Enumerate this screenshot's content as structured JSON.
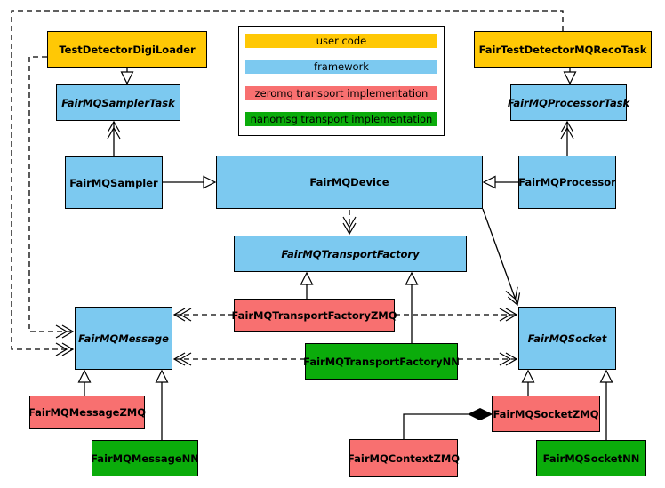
{
  "colors": {
    "userCode": "#FFC805",
    "framework": "#7CC9F0",
    "zeromq": "#F87070",
    "nanomsg": "#0BAC0B",
    "border": "#000000",
    "background": "#FFFFFF"
  },
  "legend": {
    "items": [
      {
        "label": "user code",
        "type": "userCode"
      },
      {
        "label": "framework",
        "type": "framework"
      },
      {
        "label": "zeromq transport implementation",
        "type": "zeromq"
      },
      {
        "label": "nanomsg transport implementation",
        "type": "nanomsg"
      }
    ]
  },
  "nodes": {
    "testDetectorDigiLoader": {
      "label": "TestDetectorDigiLoader",
      "type": "userCode",
      "abstract": false
    },
    "fairTestDetectorMQRecoTask": {
      "label": "FairTestDetectorMQRecoTask",
      "type": "userCode",
      "abstract": false
    },
    "fairMQSamplerTask": {
      "label": "FairMQSamplerTask",
      "type": "framework",
      "abstract": true
    },
    "fairMQProcessorTask": {
      "label": "FairMQProcessorTask",
      "type": "framework",
      "abstract": true
    },
    "fairMQSampler": {
      "label": "FairMQSampler",
      "type": "framework",
      "abstract": false
    },
    "fairMQDevice": {
      "label": "FairMQDevice",
      "type": "framework",
      "abstract": false
    },
    "fairMQProcessor": {
      "label": "FairMQProcessor",
      "type": "framework",
      "abstract": false
    },
    "fairMQTransportFactory": {
      "label": "FairMQTransportFactory",
      "type": "framework",
      "abstract": true
    },
    "fairMQTransportFactoryZMQ": {
      "label": "FairMQTransportFactoryZMQ",
      "type": "zeromq",
      "abstract": false
    },
    "fairMQTransportFactoryNN": {
      "label": "FairMQTransportFactoryNN",
      "type": "nanomsg",
      "abstract": false
    },
    "fairMQMessage": {
      "label": "FairMQMessage",
      "type": "framework",
      "abstract": true
    },
    "fairMQSocket": {
      "label": "FairMQSocket",
      "type": "framework",
      "abstract": true
    },
    "fairMQMessageZMQ": {
      "label": "FairMQMessageZMQ",
      "type": "zeromq",
      "abstract": false
    },
    "fairMQMessageNN": {
      "label": "FairMQMessageNN",
      "type": "nanomsg",
      "abstract": false
    },
    "fairMQSocketZMQ": {
      "label": "FairMQSocketZMQ",
      "type": "zeromq",
      "abstract": false
    },
    "fairMQSocketNN": {
      "label": "FairMQSocketNN",
      "type": "nanomsg",
      "abstract": false
    },
    "fairMQContextZMQ": {
      "label": "FairMQContextZMQ",
      "type": "zeromq",
      "abstract": false
    }
  },
  "edges": [
    {
      "source": "TestDetectorDigiLoader",
      "target": "FairMQSamplerTask",
      "arrowhead": "hollow-triangle",
      "line": "solid"
    },
    {
      "source": "FairTestDetectorMQRecoTask",
      "target": "FairMQProcessorTask",
      "arrowhead": "hollow-triangle",
      "line": "solid"
    },
    {
      "source": "FairMQSampler",
      "target": "FairMQDevice",
      "arrowhead": "hollow-triangle",
      "line": "solid"
    },
    {
      "source": "FairMQProcessor",
      "target": "FairMQDevice",
      "arrowhead": "hollow-triangle",
      "line": "solid"
    },
    {
      "source": "FairMQSampler",
      "target": "FairMQSamplerTask",
      "arrowhead": "open-arrow",
      "line": "solid"
    },
    {
      "source": "FairMQProcessor",
      "target": "FairMQProcessorTask",
      "arrowhead": "open-arrow",
      "line": "solid"
    },
    {
      "source": "FairMQDevice",
      "target": "FairMQTransportFactory",
      "arrowhead": "open-arrow",
      "line": "dashed"
    },
    {
      "source": "FairMQDevice",
      "target": "FairMQSocket",
      "arrowhead": "open-arrow",
      "line": "solid"
    },
    {
      "source": "FairMQTransportFactoryZMQ",
      "target": "FairMQTransportFactory",
      "arrowhead": "hollow-triangle",
      "line": "solid"
    },
    {
      "source": "FairMQTransportFactoryNN",
      "target": "FairMQTransportFactory",
      "arrowhead": "hollow-triangle",
      "line": "solid"
    },
    {
      "source": "FairMQTransportFactoryZMQ",
      "target": "FairMQMessage",
      "arrowhead": "open-arrow",
      "line": "dashed"
    },
    {
      "source": "FairMQTransportFactoryZMQ",
      "target": "FairMQSocket",
      "arrowhead": "open-arrow",
      "line": "dashed"
    },
    {
      "source": "FairMQTransportFactoryNN",
      "target": "FairMQMessage",
      "arrowhead": "open-arrow",
      "line": "dashed"
    },
    {
      "source": "FairMQTransportFactoryNN",
      "target": "FairMQSocket",
      "arrowhead": "open-arrow",
      "line": "dashed"
    },
    {
      "source": "TestDetectorDigiLoader",
      "target": "FairMQMessage",
      "arrowhead": "open-arrow",
      "line": "dashed"
    },
    {
      "source": "FairTestDetectorMQRecoTask",
      "target": "FairMQMessage",
      "arrowhead": "open-arrow",
      "line": "dashed"
    },
    {
      "source": "FairMQMessageZMQ",
      "target": "FairMQMessage",
      "arrowhead": "hollow-triangle",
      "line": "solid"
    },
    {
      "source": "FairMQMessageNN",
      "target": "FairMQMessage",
      "arrowhead": "hollow-triangle",
      "line": "solid"
    },
    {
      "source": "FairMQSocketZMQ",
      "target": "FairMQSocket",
      "arrowhead": "hollow-triangle",
      "line": "solid"
    },
    {
      "source": "FairMQSocketNN",
      "target": "FairMQSocket",
      "arrowhead": "hollow-triangle",
      "line": "solid"
    },
    {
      "source": "FairMQContextZMQ",
      "target": "FairMQSocketZMQ",
      "arrowhead": "filled-diamond",
      "line": "solid"
    }
  ]
}
